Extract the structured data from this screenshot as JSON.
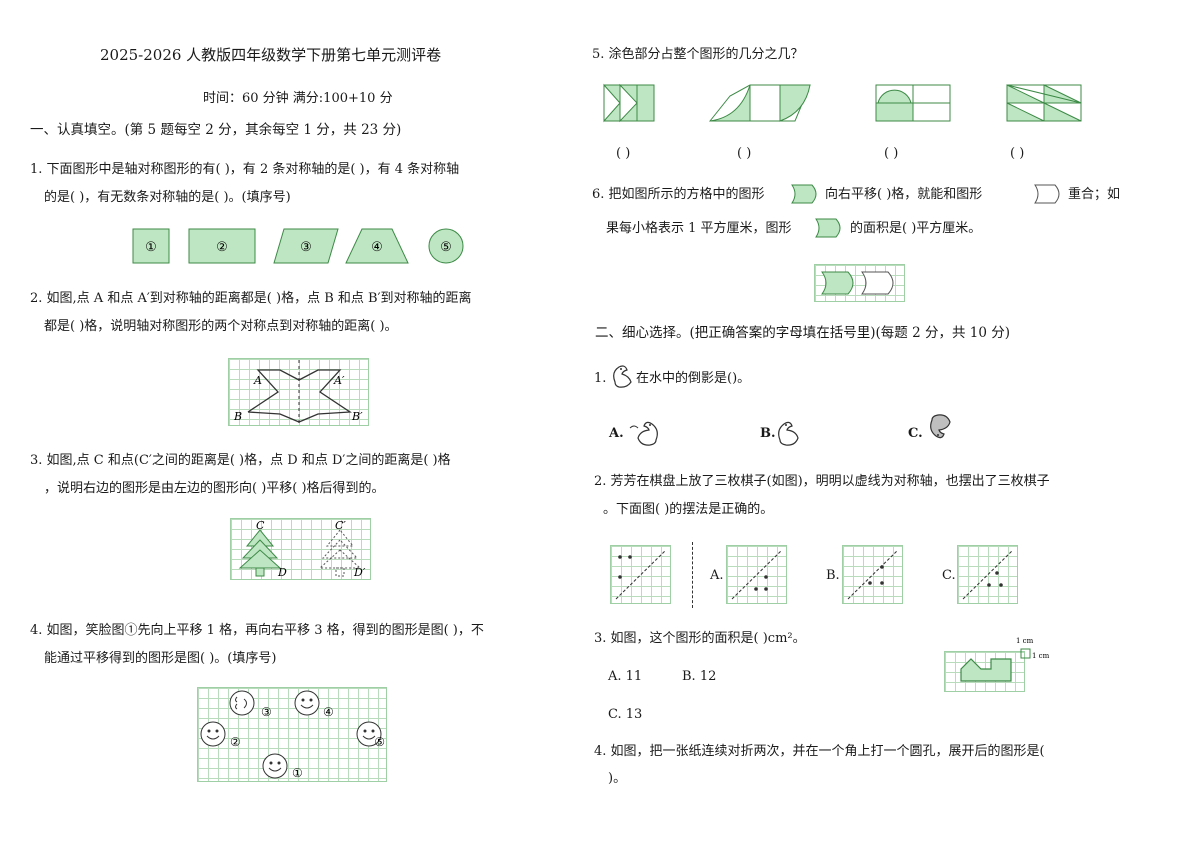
{
  "doc": {
    "title": "2025-2026 人教版四年级数学下册第七单元测评卷",
    "subtitle": "时间：60 分钟     满分:100+10 分"
  },
  "part1": {
    "heading": "一、认真填空。(第 5 题每空 2 分，其余每空 1 分，共 23 分)",
    "q1": {
      "line1": "1. 下面图形中是轴对称图形的有(      )，有 2 条对称轴的是(      )，有 4 条对称轴",
      "line2": "的是(      )，有无数条对称轴的是(      )。(填序号)",
      "shapes": [
        "①",
        "②",
        "③",
        "④",
        "⑤"
      ]
    },
    "q2": {
      "line1": "2. 如图,点 A  和点 A′到对称轴的距离都是(      )格，点 B  和点 B′到对称轴的距离",
      "line2": "都是(      )格，说明轴对称图形的两个对称点到对称轴的距离(      )。",
      "labels": [
        "A",
        "A′",
        "B",
        "B′"
      ]
    },
    "q3": {
      "line1": "3. 如图,点 C  和点(C′之间的距离是(      )格，点 D  和点 D′之间的距离是(      )格",
      "line2": "，说明右边的图形是由左边的图形向(      )平移(      )格后得到的。",
      "labels": [
        "C",
        "C′",
        "D",
        "D′"
      ]
    },
    "q4": {
      "line1": "4. 如图，笑脸图①先向上平移 1 格，再向右平移 3 格，得到的图形是图(      )，不",
      "line2": "能通过平移得到的图形是图(      )。(填序号)",
      "labels": [
        "③",
        "④",
        "②",
        "⑤",
        "①"
      ]
    },
    "q5": {
      "text": "5. 涂色部分占整个图形的几分之几？",
      "blanks": [
        "(      )",
        "(      )",
        "(      )",
        "(      )"
      ]
    },
    "q6": {
      "line1a": "6. 把如图所示的方格中的图形",
      "line1b": "向右平移(      )格，就能和图形",
      "line1c": "重合；如",
      "line2a": "果每小格表示 1 平方厘米，图形",
      "line2b": "的面积是(      )平方厘米。"
    }
  },
  "part2": {
    "heading": "二、细心选择。(把正确答案的字母填在括号里)(每题 2 分，共 10 分)",
    "q1": {
      "text": "在水中的倒影是()。",
      "num": "1.",
      "options": [
        "A.",
        "B.",
        "C."
      ]
    },
    "q2": {
      "line1": "2. 芳芳在棋盘上放了三枚棋子(如图)，明明以虚线为对称轴，也摆出了三枚棋子",
      "line2": "。下面图(      )的摆法是正确的。",
      "options": [
        "A.",
        "B.",
        "C."
      ]
    },
    "q3": {
      "text": "3. 如图，这个图形的面积是(      )cm²。",
      "options": [
        "A. 11",
        "B. 12",
        "C. 13"
      ],
      "unit_labels": [
        "1 cm",
        "1 cm"
      ]
    },
    "q4": {
      "line1": "4. 如图，把一张纸连续对折两次，并在一个角上打一个圆孔，展开后的图形是(",
      "line2": ")。"
    }
  },
  "colors": {
    "fill": "#bfe6c3",
    "stroke": "#3c8a46",
    "grid": "#b9dcbd"
  }
}
